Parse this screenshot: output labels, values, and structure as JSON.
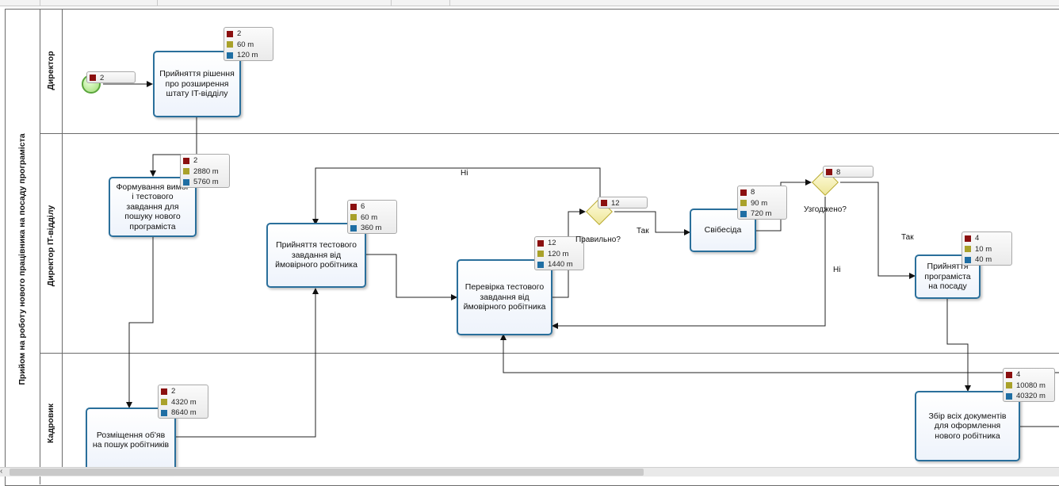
{
  "pool": {
    "title": "Прийом на роботу нового працівника на посаду програміста"
  },
  "lanes": [
    {
      "name": "Директор"
    },
    {
      "name": "Директор IT-відділу"
    },
    {
      "name": "Кадровик"
    }
  ],
  "start_badge": {
    "count": "2"
  },
  "tasks": [
    {
      "label": "Прийняття рішення про розширення штату IT-відділу",
      "count": "2",
      "time": "60 m",
      "cost": "120 m"
    },
    {
      "label": "Формування вимог і тестового завдання для пошуку нового програміста",
      "count": "2",
      "time": "2880 m",
      "cost": "5760 m"
    },
    {
      "label": "Прийняття тестового завдання від ймовірного робітника",
      "count": "6",
      "time": "60 m",
      "cost": "360 m"
    },
    {
      "label": "Перевірка тестового завдання від ймовірного робітника",
      "count": "12",
      "time": "120 m",
      "cost": "1440 m"
    },
    {
      "label": "Свібесіда",
      "count": "8",
      "time": "90 m",
      "cost": "720 m"
    },
    {
      "label": "Прийняття програміста на посаду",
      "count": "4",
      "time": "10 m",
      "cost": "40 m"
    },
    {
      "label": "Розміщення об'яв на пошук робітників",
      "count": "2",
      "time": "4320 m",
      "cost": "8640 m"
    },
    {
      "label": "Збір всіх документів для оформлення нового робітника",
      "count": "4",
      "time": "10080 m",
      "cost": "40320 m"
    }
  ],
  "gateways": [
    {
      "label": "Правильно?",
      "count": "12"
    },
    {
      "label": "Узгоджено?",
      "count": "8"
    }
  ],
  "flow_labels": {
    "no_1": "Ні",
    "yes_1": "Так",
    "yes_2": "Так",
    "no_2": "Ні"
  },
  "colors": {
    "task_border": "#2a6f9b",
    "start_event": "#6cc24a",
    "gateway": "#f4f0a0",
    "count": "#8b1010",
    "time": "#a9a12a",
    "cost": "#1f6ea3"
  }
}
